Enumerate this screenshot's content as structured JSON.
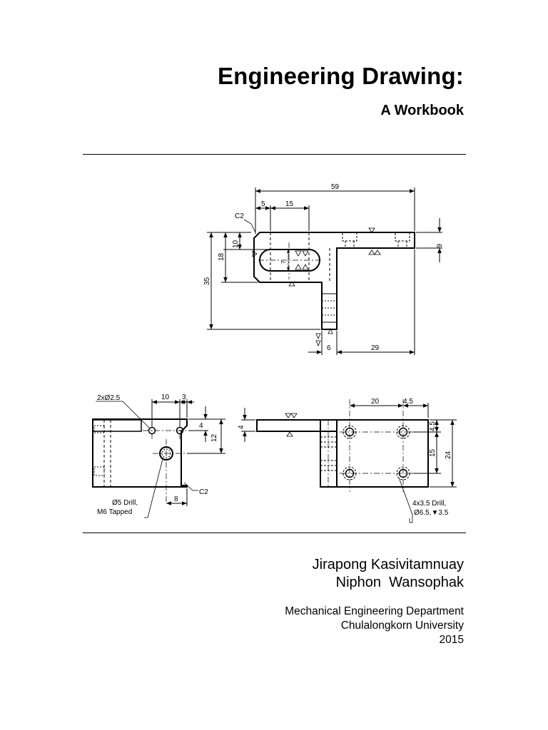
{
  "title": "Engineering Drawing:",
  "subtitle": "A Workbook",
  "authors": [
    "Jirapong Kasivitamnuay",
    "Niphon  Wansophak"
  ],
  "affiliation": {
    "department": "Mechanical Engineering Department",
    "university": "Chulalongkorn University",
    "year": "2015"
  },
  "drawing": {
    "top_view": {
      "dim_overall_width": "59",
      "dim_offset": "5",
      "dim_slot_width": "15",
      "chamfer": "C2",
      "dim_height_total": "35",
      "dim_height_main": "18",
      "dim_height_slot": "10",
      "dim_slot_inner": "7",
      "dim_thickness": "6",
      "dim_arm_width": "6",
      "dim_arm_length": "29"
    },
    "left_view": {
      "hole_note": "2xØ2.5",
      "dim_10": "10",
      "dim_3": "3",
      "dim_4": "4",
      "dim_12": "12",
      "dim_8": "8",
      "drill_note_line1": "Ø5 Drill,",
      "drill_note_line2": "M6 Tapped",
      "chamfer": "C2"
    },
    "front_view": {
      "dim_4": "4",
      "dim_20": "20",
      "dim_4_5_top": "4.5",
      "dim_4_5_side": "4.5",
      "dim_15": "15",
      "dim_24": "24",
      "drill_note_line1": "4x3.5 Drill,",
      "drill_note_line2": "Ø6.5,▼3.5"
    }
  }
}
